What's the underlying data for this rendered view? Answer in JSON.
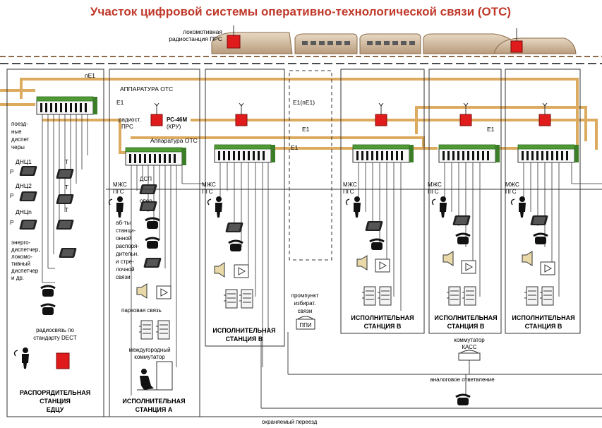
{
  "title": "Участок цифровой системы оперативно-технологической связи (ОТС)",
  "train": {
    "radio_label_1": "локомотивная",
    "radio_label_2": "радиостанция ПРС"
  },
  "edcu": {
    "ne1": "пЕ1",
    "dispatchers_1": "поезд-",
    "dispatchers_2": "ные",
    "dispatchers_3": "диспет",
    "dispatchers_4": "черы",
    "dnc1": "ДНЦ1",
    "dnc2": "ДНЦ2",
    "dncn": "ДНЦn",
    "p": "Р",
    "t": "Т",
    "energy_1": "энерго-",
    "energy_2": "диспетчер,",
    "energy_3": "локомо-",
    "energy_4": "тивный",
    "energy_5": "диспетчер",
    "energy_6": "и др.",
    "dect_1": "радиосвязь по",
    "dect_2": "стандарту DECT",
    "name_1": "РАСПОРЯДИТЕЛЬНАЯ",
    "name_2": "СТАНЦИЯ",
    "name_3": "ЕДЦУ"
  },
  "station_a": {
    "ots_top": "АППАРАТУРА ОТС",
    "e1": "Е1",
    "radio_1": "радиост.",
    "radio_2": "ПРС",
    "rs_1": "РС-46М",
    "rs_2": "(КРУ)",
    "ots": "Аппаратура ОТС",
    "mzhs": "МЖС",
    "pgs": "ПГС",
    "dsp": "ДСП",
    "oper": "опер.",
    "sub_1": "аб-ты",
    "sub_2": "станци-",
    "sub_3": "онной",
    "sub_4": "распоря-",
    "sub_5": "дительн.",
    "sub_6": "и стре-",
    "sub_7": "лочной",
    "sub_8": "связи",
    "park": "парковая связь",
    "intercity_1": "междугородный",
    "intercity_2": "коммутатор",
    "name_1": "ИСПОЛНИТЕЛЬНАЯ",
    "name_2": "СТАНЦИЯ А"
  },
  "station_b_name_1": "ИСПОЛНИТЕЛЬНАЯ",
  "station_b_name_2": "СТАНЦИЯ В",
  "station_b": {
    "mzhs": "МЖС",
    "pgs": "ПГС"
  },
  "middle": {
    "e1ne1": "Е1(пЕ1)",
    "e1a": "Е1",
    "e1b": "Е1",
    "e1c": "Е1",
    "promp_1": "промпункт",
    "promp_2": "избират.",
    "promp_3": "связи",
    "ppi": "ППИ",
    "kass_1": "коммутатор",
    "kass_2": "КАСС",
    "analog": "аналоговое ответвление",
    "crossing": "охраняемый переезд"
  },
  "colors": {
    "orange_line": "#d9a24e",
    "red": "#e01b1b",
    "green": "#3d8f2a",
    "title": "#c0392b",
    "rail": "#8b6b4a"
  }
}
